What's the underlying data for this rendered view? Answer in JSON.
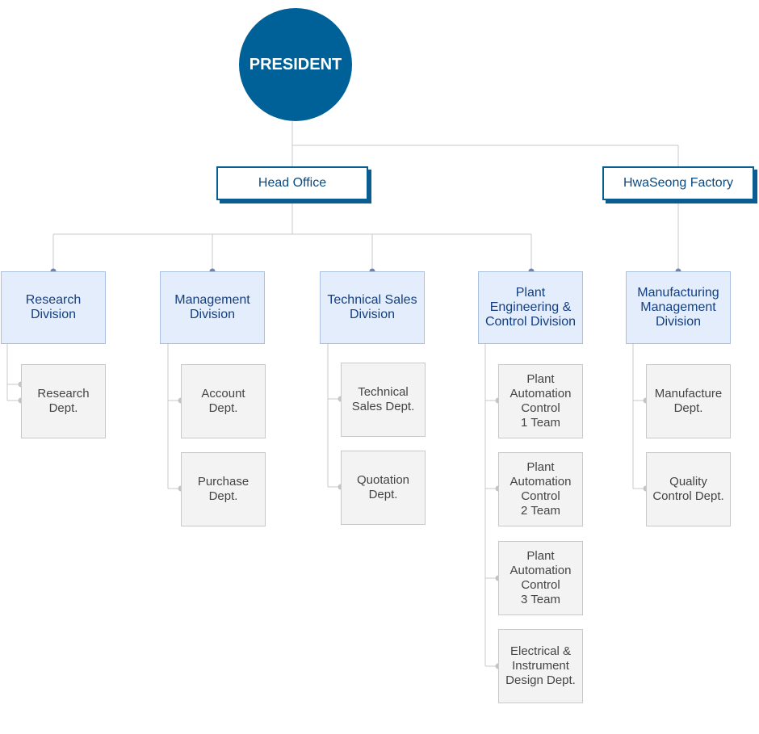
{
  "president": "PRESIDENT",
  "offices": {
    "head": "Head Office",
    "factory": "HwaSeong Factory"
  },
  "divisions": [
    {
      "label": "Research\nDivision",
      "depts": [
        "Research\nDept."
      ]
    },
    {
      "label": "Management\nDivision",
      "depts": [
        "Account\nDept.",
        "Purchase\nDept."
      ]
    },
    {
      "label": "Technical Sales\nDivision",
      "depts": [
        "Technical\nSales Dept.",
        "Quotation\nDept."
      ]
    },
    {
      "label": "Plant\nEngineering &\nControl Division",
      "depts": [
        "Plant\nAutomation\nControl\n1 Team",
        "Plant\nAutomation\nControl\n2 Team",
        "Plant\nAutomation\nControl\n3 Team",
        "Electrical &\nInstrument\nDesign Dept."
      ]
    },
    {
      "label": "Manufacturing\nManagement\nDivision",
      "depts": [
        "Manufacture\nDept.",
        "Quality\nControl Dept."
      ]
    }
  ],
  "colors": {
    "president": "#006199",
    "office_border": "#0a5d92",
    "division_bg": "#e3edfb",
    "dept_bg": "#f3f3f3",
    "line": "#c8c8c8"
  }
}
